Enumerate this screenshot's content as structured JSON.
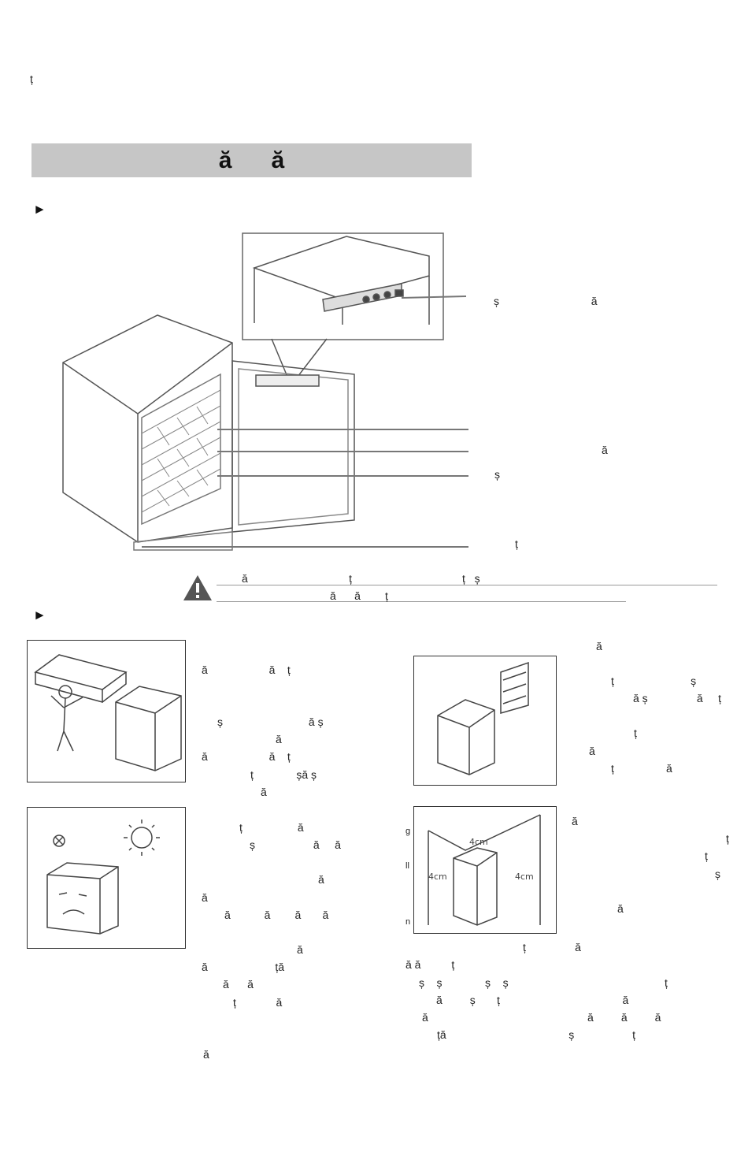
{
  "corner_char": "ț",
  "section_header": "ă      ă",
  "arrow_glyph": "►",
  "callouts": {
    "control_panel": "ș                              ă",
    "shelf": "ă",
    "door": "ș",
    "feet": "ț"
  },
  "warning": {
    "line1": "ă                                 ț                                    ț   ș",
    "line2": "ă      ă        ț"
  },
  "col_a": {
    "lines": [
      "ă                    ă    ț",
      "ș                            ă ș",
      "ă",
      "ă                    ă    ț",
      "ț              șă ș",
      "ă",
      "ț                  ă",
      "ș                   ă     ă",
      "ă",
      "ă",
      "ă           ă        ă       ă",
      "ă",
      "ă                      ță",
      "ă      ă",
      "ț             ă",
      "ă"
    ]
  },
  "col_b": {
    "lines": [
      "ă",
      "ț                         ș",
      "ă ș                ă     ț",
      "ț",
      "ă",
      "ț                 ă",
      "ă",
      "ț",
      "ț",
      "ș",
      "ă"
    ]
  },
  "col_bottom": {
    "lines": [
      "ț                ă",
      "ă ă          ț",
      "ș    ș              ș    ș                                                   ț",
      "ă         ș       ț                                        ă",
      "ă                                                    ă         ă         ă",
      "ță                                        ș                   ț"
    ]
  },
  "margin_marks": [
    "g",
    "ll",
    "n"
  ],
  "dimension_labels": [
    "4cm",
    "4cm",
    "4cm"
  ],
  "icons": [
    "warning-icon",
    "prohibited-icon",
    "sun-icon"
  ]
}
